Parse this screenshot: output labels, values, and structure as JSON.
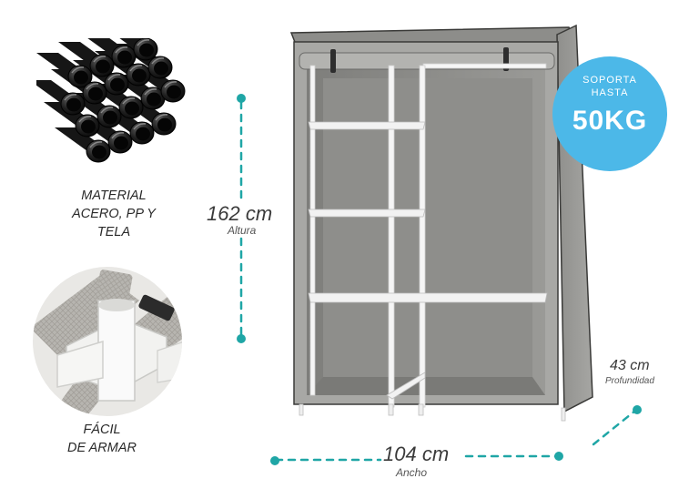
{
  "features": {
    "material": {
      "line1": "MATERIAL",
      "line2": "ACERO, PP Y",
      "line3": "TELA"
    },
    "assembly": {
      "line1": "FÁCIL",
      "line2": "DE ARMAR"
    }
  },
  "dimensions": {
    "height": {
      "value": "162 cm",
      "label": "Altura"
    },
    "width": {
      "value": "104 cm",
      "label": "Ancho"
    },
    "depth": {
      "value": "43 cm",
      "label": "Profundidad"
    }
  },
  "badge": {
    "line1": "SOPORTA",
    "line2": "HASTA",
    "value": "50KG"
  },
  "colors": {
    "accent": "#4cb8e8",
    "dotted_line": "#1fa6a6",
    "fabric": "#a3a3a0",
    "frame": "#f4f4f4"
  },
  "icons": [
    "steel-tubes-image",
    "plastic-joint-image",
    "wardrobe-image"
  ]
}
